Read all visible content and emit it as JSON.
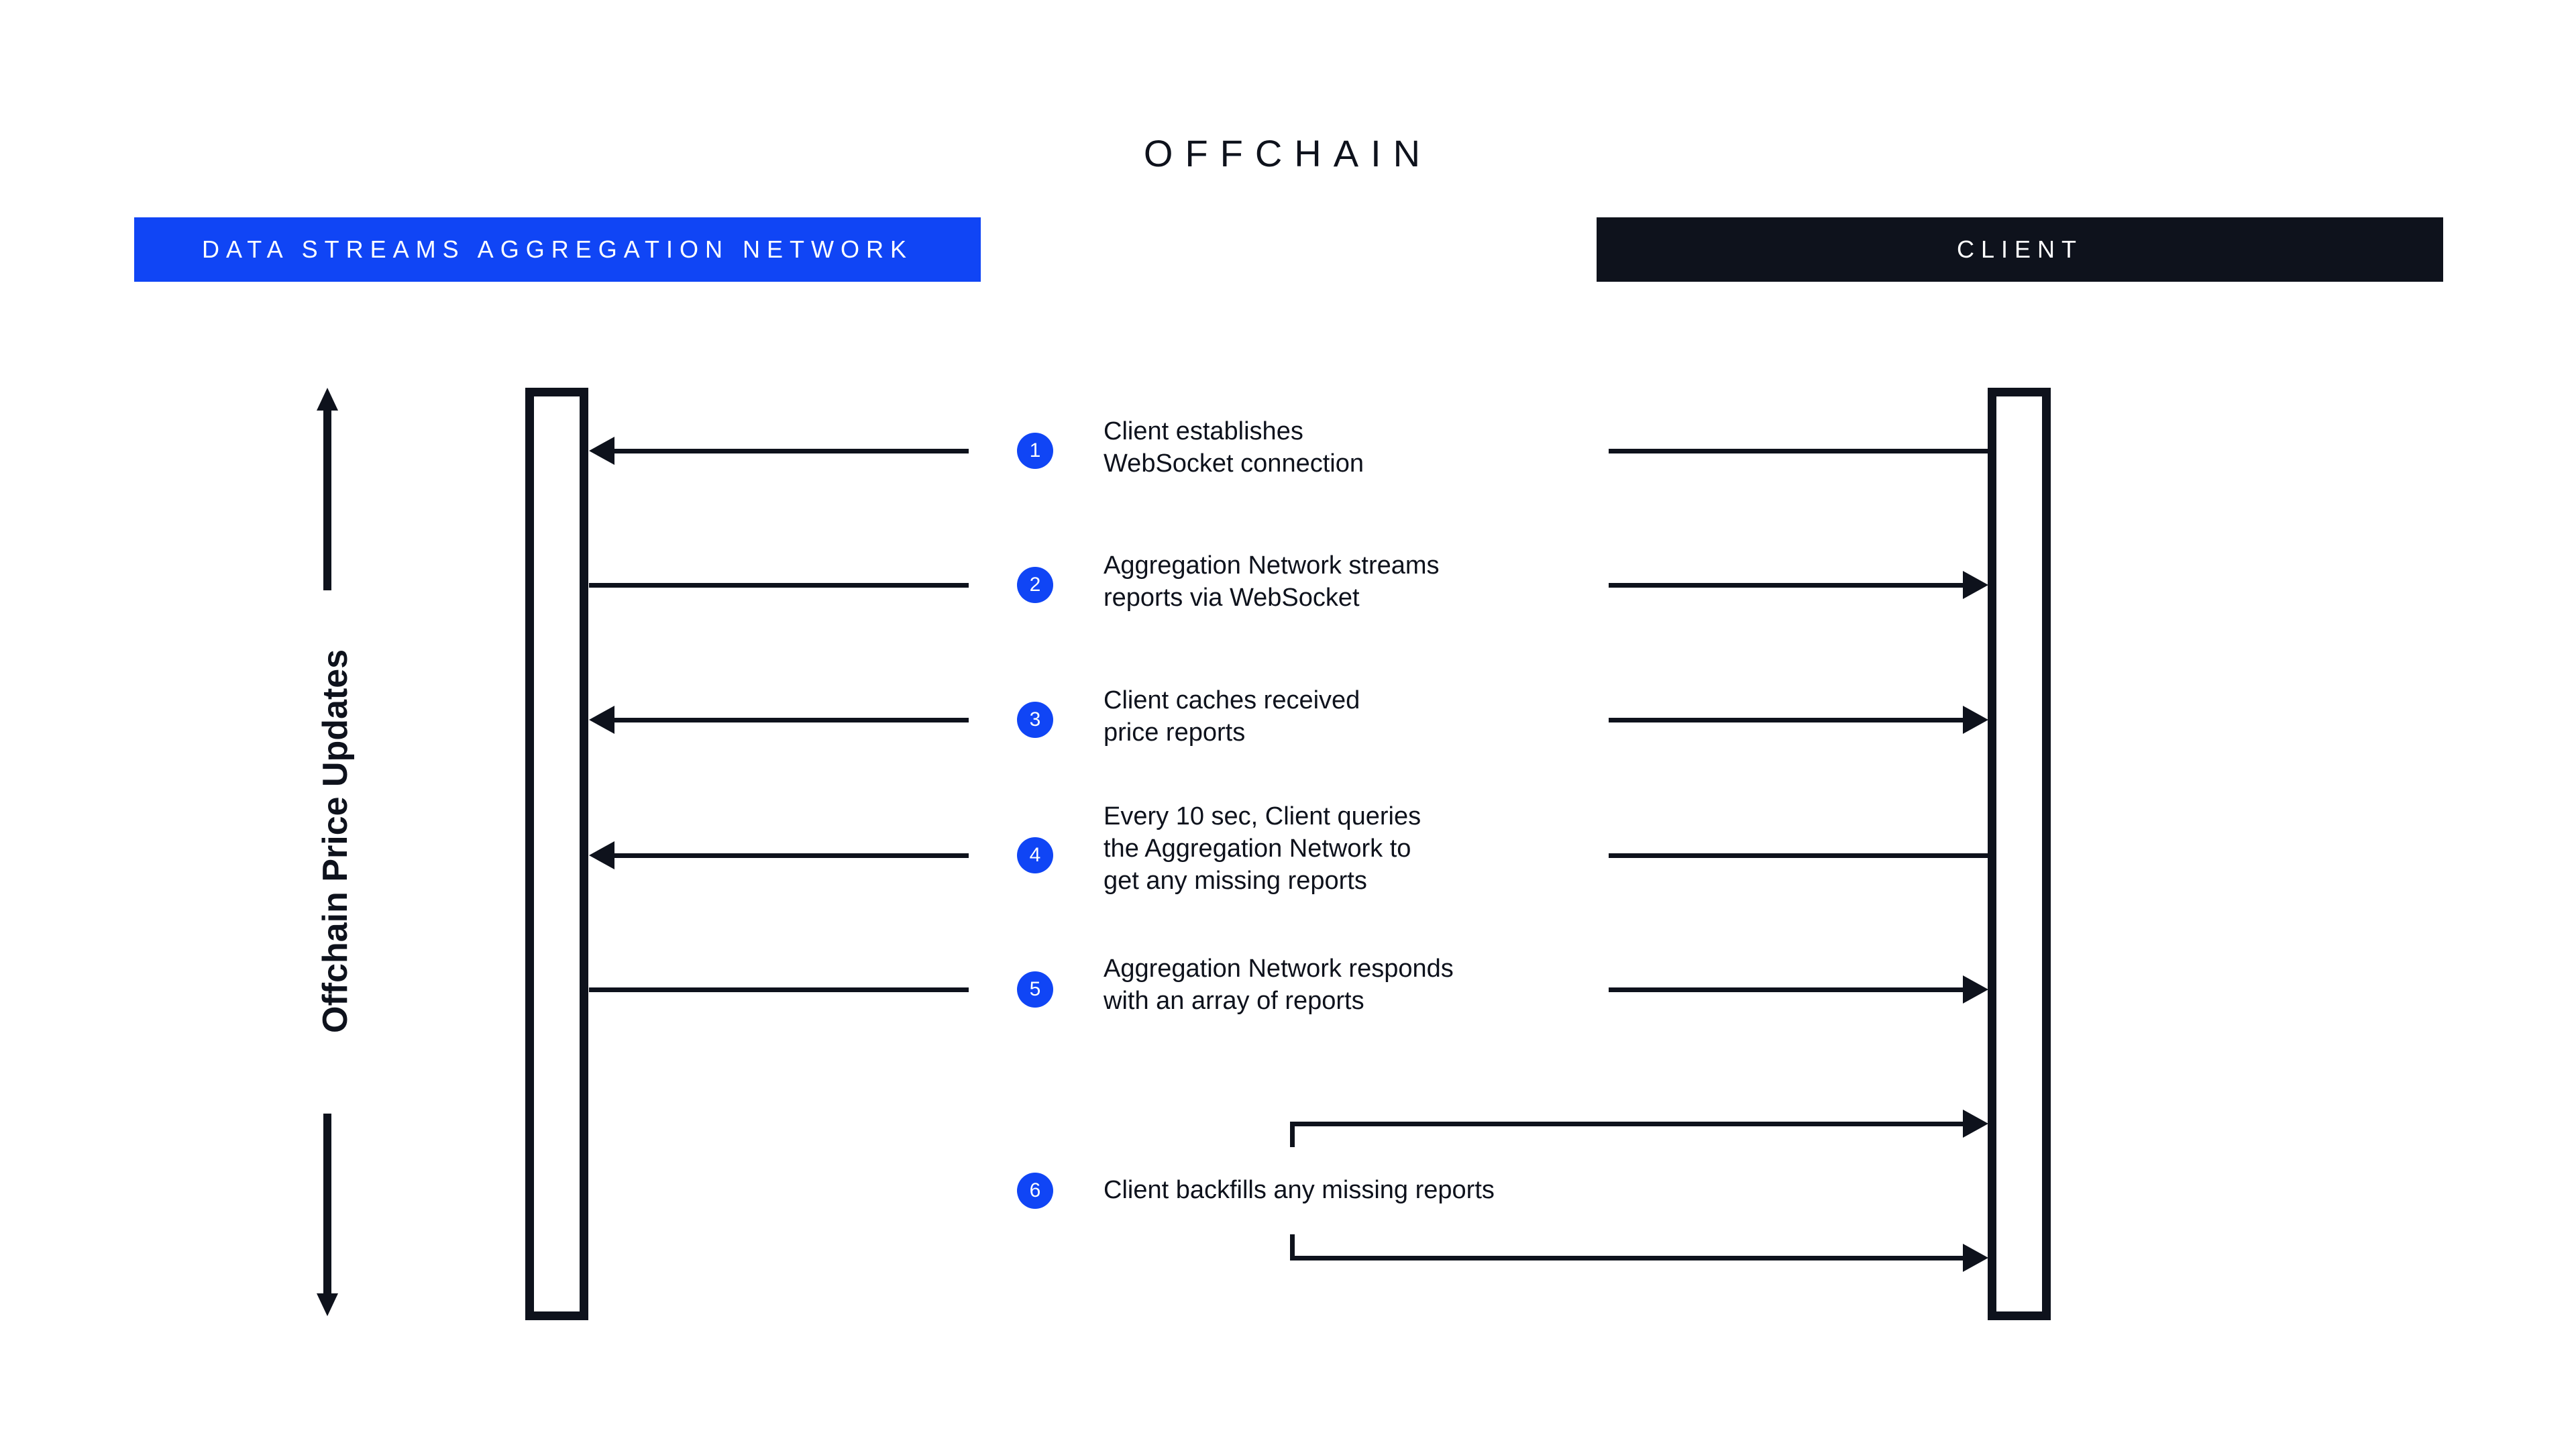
{
  "title": "OFFCHAIN",
  "colors": {
    "accent_blue": "#1045F5",
    "dark": "#0E121C",
    "background": "#FFFFFF",
    "text": "#0E121C"
  },
  "lanes": [
    {
      "id": "network",
      "label": "DATA STREAMS AGGREGATION NETWORK",
      "bar_color": "#1045F5",
      "text_color": "#FFFFFF"
    },
    {
      "id": "client",
      "label": "CLIENT",
      "bar_color": "#0E121C",
      "text_color": "#FFFFFF"
    }
  ],
  "axis": {
    "label": "Offchain Price Updates",
    "orientation": "vertical",
    "arrow": "double-ended"
  },
  "steps": [
    {
      "number": "1",
      "text": "Client establishes\nWebSocket connection",
      "left_arrow": "arrow-left",
      "right_arrow": "plain"
    },
    {
      "number": "2",
      "text": "Aggregation Network streams\nreports via WebSocket",
      "left_arrow": "plain",
      "right_arrow": "arrow-right"
    },
    {
      "number": "3",
      "text": "Client caches received\nprice reports",
      "left_arrow": "arrow-left",
      "right_arrow": "arrow-right"
    },
    {
      "number": "4",
      "text": "Every 10 sec, Client queries\nthe Aggregation Network to\nget any missing reports",
      "left_arrow": "arrow-left",
      "right_arrow": "plain"
    },
    {
      "number": "5",
      "text": "Aggregation Network responds\nwith an array of reports",
      "left_arrow": "plain",
      "right_arrow": "arrow-right"
    },
    {
      "number": "6",
      "text": "Client backfills any missing reports",
      "left_arrow": "none",
      "right_arrow": "self-loop"
    }
  ]
}
